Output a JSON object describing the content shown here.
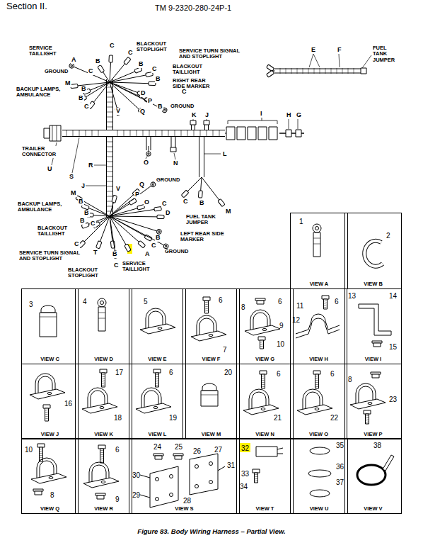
{
  "diagram": {
    "caption": "Figure 83. Body Wiring Harness – Partial View.",
    "nodes": [
      {
        "text": [
          "1",
          "VIEW A"
        ]
      },
      {
        "text": [
          "2",
          "VIEW B"
        ]
      },
      {
        "text": [
          "3",
          "VIEW C"
        ]
      },
      {
        "text": [
          "4",
          "VIEW D"
        ]
      },
      {
        "text": [
          "5",
          "VIEW E"
        ]
      },
      {
        "text": [
          "6",
          "7",
          "VIEW F"
        ]
      },
      {
        "text": [
          "8",
          "6",
          "9",
          "10",
          "VIEW G"
        ]
      },
      {
        "text": [
          "11",
          "6",
          "12",
          "VIEW H"
        ]
      },
      {
        "text": [
          "13",
          "14",
          "15",
          "VIEW I"
        ]
      },
      {
        "text": [
          "16",
          "VIEW J"
        ]
      },
      {
        "text": [
          "17",
          "18",
          "VIEW K"
        ]
      },
      {
        "text": [
          "6",
          "19",
          "VIEW L"
        ]
      },
      {
        "text": [
          "20",
          "VIEW M"
        ]
      },
      {
        "text": [
          "6",
          "21",
          "VIEW N"
        ]
      },
      {
        "text": [
          "6",
          "22",
          "VIEW O"
        ]
      },
      {
        "text": [
          "8",
          "23",
          "VIEW P"
        ]
      },
      {
        "text": [
          "10",
          "8",
          "VIEW Q"
        ]
      },
      {
        "text": [
          "6",
          "9",
          "VIEW R"
        ]
      },
      {
        "text": [
          "24",
          "25",
          "30",
          "26",
          "27",
          "31",
          "29",
          "28",
          "VIEW S"
        ]
      },
      {
        "text": [
          "32",
          "33",
          "34",
          "VIEW T"
        ]
      },
      {
        "text": [
          "35",
          "36",
          "37",
          "VIEW U"
        ]
      },
      {
        "text": [
          "38",
          "VIEW V"
        ]
      }
    ],
    "labels": [
      "Section II.",
      "TM 9-2320-280-24P-1",
      "SERVICE TAILLIGHT",
      "C",
      "BLACKOUT STOPLIGHT",
      "C",
      "SERVICE TURN SIGNAL AND STOPLIGHT",
      "A",
      "B",
      "C",
      "GROUND",
      "B",
      "C",
      "BLACKOUT TAILLIGHT",
      "M",
      "B",
      "B",
      "RIGHT REAR SIDE MARKER",
      "C",
      "BACKUP LAMPS, AMBULANCE",
      "B",
      "D",
      "P",
      "B",
      "GROUND",
      "Q",
      "C",
      "V",
      "K",
      "J",
      "I",
      "H",
      "G",
      "TRAILER CONNECTOR",
      "U",
      "S",
      "R",
      "J",
      "O",
      "N",
      "L",
      "C",
      "B",
      "M",
      "FUEL TANK JUMPER",
      "E",
      "F",
      "FUEL TANK JUMPER",
      "V",
      "Q",
      "GROUND",
      "P",
      "M",
      "O",
      "BACKUP LAMPS, AMBULANCE",
      "B",
      "C",
      "D",
      "B",
      "B",
      "BLACKOUT TAILLIGHT",
      "C",
      "LEFT REAR SIDE MARKER",
      "B",
      "C",
      "GROUND",
      "C",
      "A",
      "B",
      "SERVICE TURN SIGNAL AND STOPLIGHT",
      "T",
      "SERVICE TAILLIGHT",
      "BLACKOUT STOPLIGHT",
      "C"
    ]
  }
}
